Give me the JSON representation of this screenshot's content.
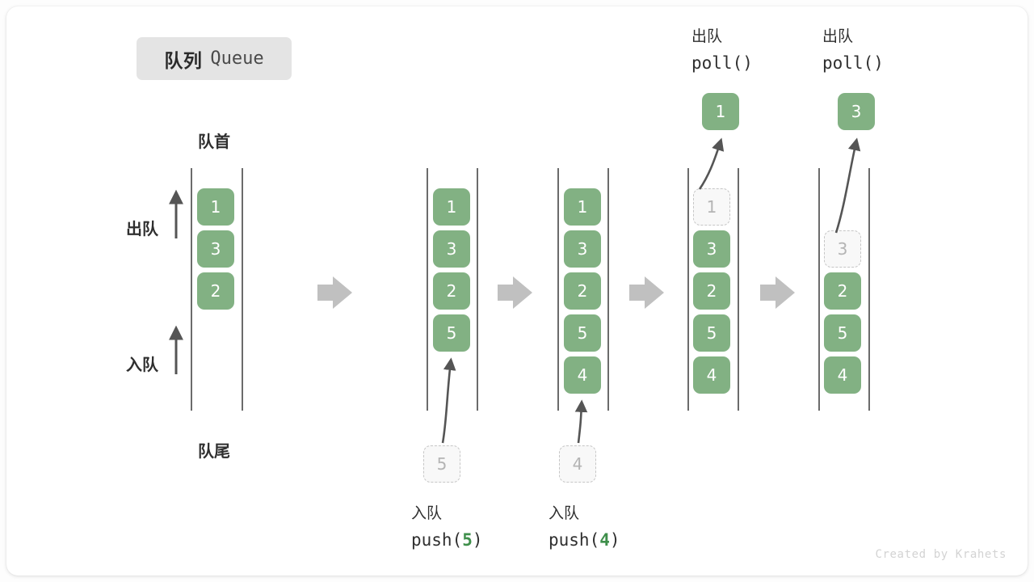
{
  "title": {
    "cn": "队列",
    "en": "Queue"
  },
  "labels": {
    "front": "队首",
    "rear": "队尾",
    "dequeue": "出队",
    "enqueue": "入队"
  },
  "colors": {
    "cell_fill": "#82b183",
    "cell_text": "#ffffff",
    "ghost_fill": "#f8f8f8",
    "ghost_border": "#c6c6c6",
    "ghost_text": "#b4b4b4",
    "rail": "#6b6b6b",
    "arrow_gray": "#c0c0c0",
    "arrow_dark": "#555555",
    "badge_bg": "#e4e4e4",
    "accent_green": "#3f8f4b",
    "text_dark": "#2f2f2f",
    "credit": "#d3d3d3"
  },
  "panels": [
    {
      "id": "initial-state",
      "cells": [
        {
          "value": "1",
          "state": "filled"
        },
        {
          "value": "3",
          "state": "filled"
        },
        {
          "value": "2",
          "state": "filled"
        }
      ],
      "side_labels": {
        "dequeue": "出队",
        "enqueue": "入队"
      },
      "top_label": "队首",
      "bottom_label": "队尾"
    },
    {
      "id": "push-5",
      "cells": [
        {
          "value": "1",
          "state": "filled"
        },
        {
          "value": "3",
          "state": "filled"
        },
        {
          "value": "2",
          "state": "filled"
        },
        {
          "value": "5",
          "state": "filled"
        }
      ],
      "incoming": {
        "value": "5",
        "state": "ghost"
      },
      "caption_cn": "入队",
      "caption_op": "push(",
      "caption_arg": "5",
      "caption_close": ")"
    },
    {
      "id": "push-4",
      "cells": [
        {
          "value": "1",
          "state": "filled"
        },
        {
          "value": "3",
          "state": "filled"
        },
        {
          "value": "2",
          "state": "filled"
        },
        {
          "value": "5",
          "state": "filled"
        },
        {
          "value": "4",
          "state": "filled"
        }
      ],
      "incoming": {
        "value": "4",
        "state": "ghost"
      },
      "caption_cn": "入队",
      "caption_op": "push(",
      "caption_arg": "4",
      "caption_close": ")"
    },
    {
      "id": "poll-1",
      "cells": [
        {
          "value": "1",
          "state": "ghost"
        },
        {
          "value": "3",
          "state": "filled"
        },
        {
          "value": "2",
          "state": "filled"
        },
        {
          "value": "5",
          "state": "filled"
        },
        {
          "value": "4",
          "state": "filled"
        }
      ],
      "outgoing": {
        "value": "1",
        "state": "filled"
      },
      "header_cn": "出队",
      "header_op": "poll()"
    },
    {
      "id": "poll-3",
      "cells": [
        {
          "value": "",
          "state": "empty"
        },
        {
          "value": "3",
          "state": "ghost"
        },
        {
          "value": "2",
          "state": "filled"
        },
        {
          "value": "5",
          "state": "filled"
        },
        {
          "value": "4",
          "state": "filled"
        }
      ],
      "outgoing": {
        "value": "3",
        "state": "filled"
      },
      "header_cn": "出队",
      "header_op": "poll()"
    }
  ],
  "transitions": [
    {
      "id": "t1",
      "icon": "right-arrow-icon"
    },
    {
      "id": "t2",
      "icon": "right-arrow-icon"
    },
    {
      "id": "t3",
      "icon": "right-arrow-icon"
    },
    {
      "id": "t4",
      "icon": "right-arrow-icon"
    }
  ],
  "credit": "Created by Krahets"
}
